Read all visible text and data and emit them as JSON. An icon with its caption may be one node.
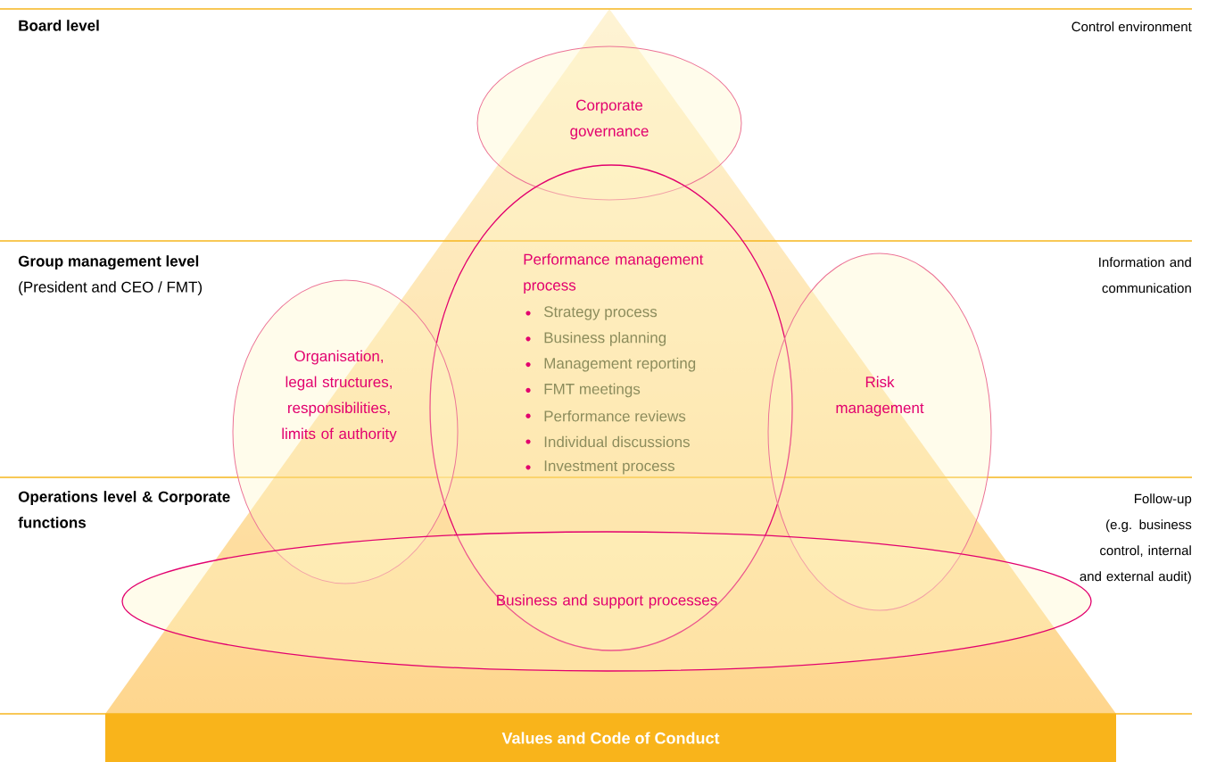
{
  "diagram": {
    "nodes": [
      {
        "text": [
          "Corporate governance"
        ]
      },
      {
        "text": [
          "Performance management process",
          "Strategy process",
          "Business planning",
          "Management reporting",
          "FMT meetings",
          "Performance reviews",
          "Individual discussions",
          "Investment process"
        ]
      },
      {
        "text": [
          "Organisation, legal structures, responsibilities, limits of authority"
        ]
      },
      {
        "text": [
          "Risk management"
        ]
      },
      {
        "text": [
          "Business and  support processes"
        ]
      },
      {
        "text": [
          "Values and Code of Conduct"
        ]
      }
    ],
    "labels": [
      "Board level",
      "Control environment",
      "Group management level",
      "(President and CEO / FMT)",
      "Information and communication",
      "Operations level & Corporate functions",
      "Follow-up",
      "(e.g. business control, internal and external audit)"
    ]
  }
}
